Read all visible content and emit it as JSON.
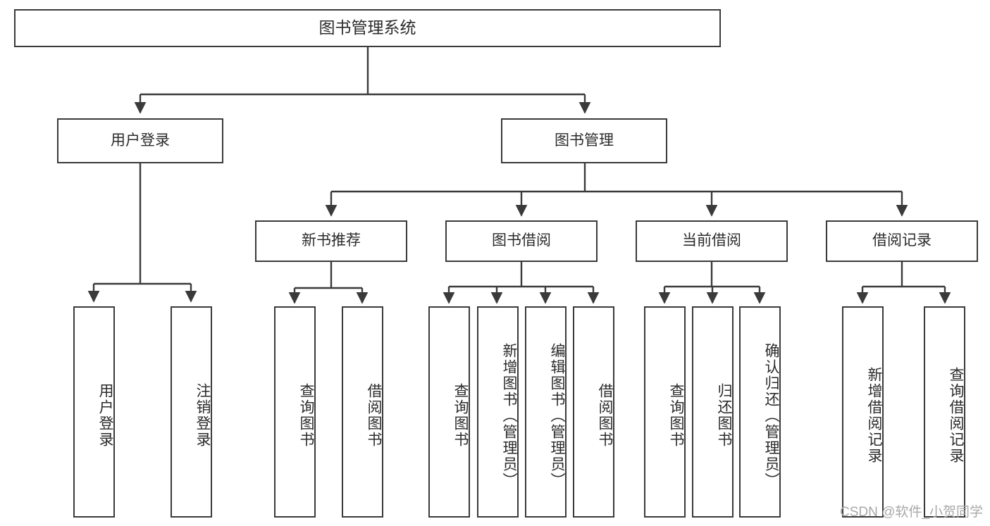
{
  "diagram": {
    "title": "图书管理系统",
    "type": "hierarchy-tree",
    "root": {
      "label": "图书管理系统"
    },
    "level2": [
      {
        "label": "用户登录"
      },
      {
        "label": "图书管理"
      }
    ],
    "level3": [
      {
        "label": "新书推荐"
      },
      {
        "label": "图书借阅"
      },
      {
        "label": "当前借阅"
      },
      {
        "label": "借阅记录"
      }
    ],
    "leaves": {
      "user_login": [
        {
          "label": "用户登录"
        },
        {
          "label": "注销登录"
        }
      ],
      "new_book_recommend": [
        {
          "label": "查询图书"
        },
        {
          "label": "借阅图书"
        }
      ],
      "book_borrow": [
        {
          "label": "查询图书"
        },
        {
          "label": "新增图书（管理员）"
        },
        {
          "label": "编辑图书（管理员）"
        },
        {
          "label": "借阅图书"
        }
      ],
      "current_borrow": [
        {
          "label": "查询图书"
        },
        {
          "label": "归还图书"
        },
        {
          "label": "确认归还（管理员）"
        }
      ],
      "borrow_record": [
        {
          "label": "新增借阅记录"
        },
        {
          "label": "查询借阅记录"
        }
      ]
    }
  },
  "watermark": {
    "text": "CSDN @软件_小贺同学"
  },
  "colors": {
    "border": "#3a3a3a",
    "text": "#2b2b2b",
    "background": "#ffffff",
    "watermark": "#a8a8a8"
  }
}
